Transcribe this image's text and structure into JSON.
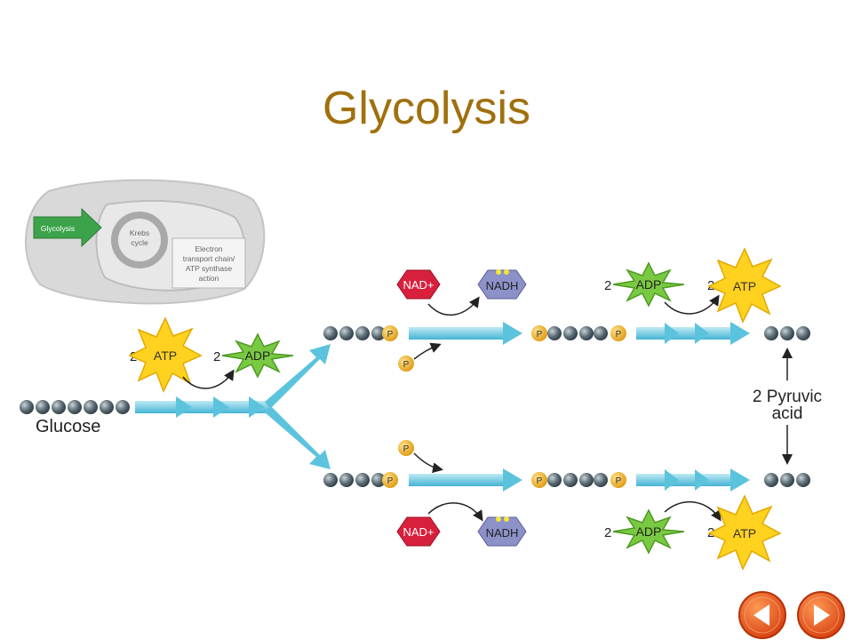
{
  "title": "Glycolysis",
  "inset": {
    "glycolysis": "Glycolysis",
    "krebs_line1": "Krebs",
    "krebs_line2": "cycle",
    "etc_line1": "Electron",
    "etc_line2": "transport chain/",
    "etc_line3": "ATP synthase",
    "etc_line4": "action"
  },
  "glucose_label": "Glucose",
  "investment": {
    "count": "2",
    "atp": "ATP",
    "adp": "ADP"
  },
  "phosphate": "P",
  "top_branch": {
    "nad": "NAD+",
    "nadh": "NADH",
    "count_adp": "2",
    "adp": "ADP",
    "count_atp": "2",
    "atp": "ATP"
  },
  "bottom_branch": {
    "nad": "NAD+",
    "nadh": "NADH",
    "count_adp": "2",
    "adp": "ADP",
    "count_atp": "2",
    "atp": "ATP"
  },
  "product_label_line1": "2 Pyruvic",
  "product_label_line2": "acid",
  "nav": {
    "prev_icon": "left-triangle-icon",
    "next_icon": "right-triangle-icon"
  },
  "colors": {
    "title": "#a0700e",
    "arrow": "#5cc3dd",
    "atp": "#ffd21f",
    "adp": "#7ac943",
    "nad": "#d8203c",
    "nadh": "#8c92c8",
    "phosphate": "#f2b124",
    "nav": "#e8541c"
  }
}
